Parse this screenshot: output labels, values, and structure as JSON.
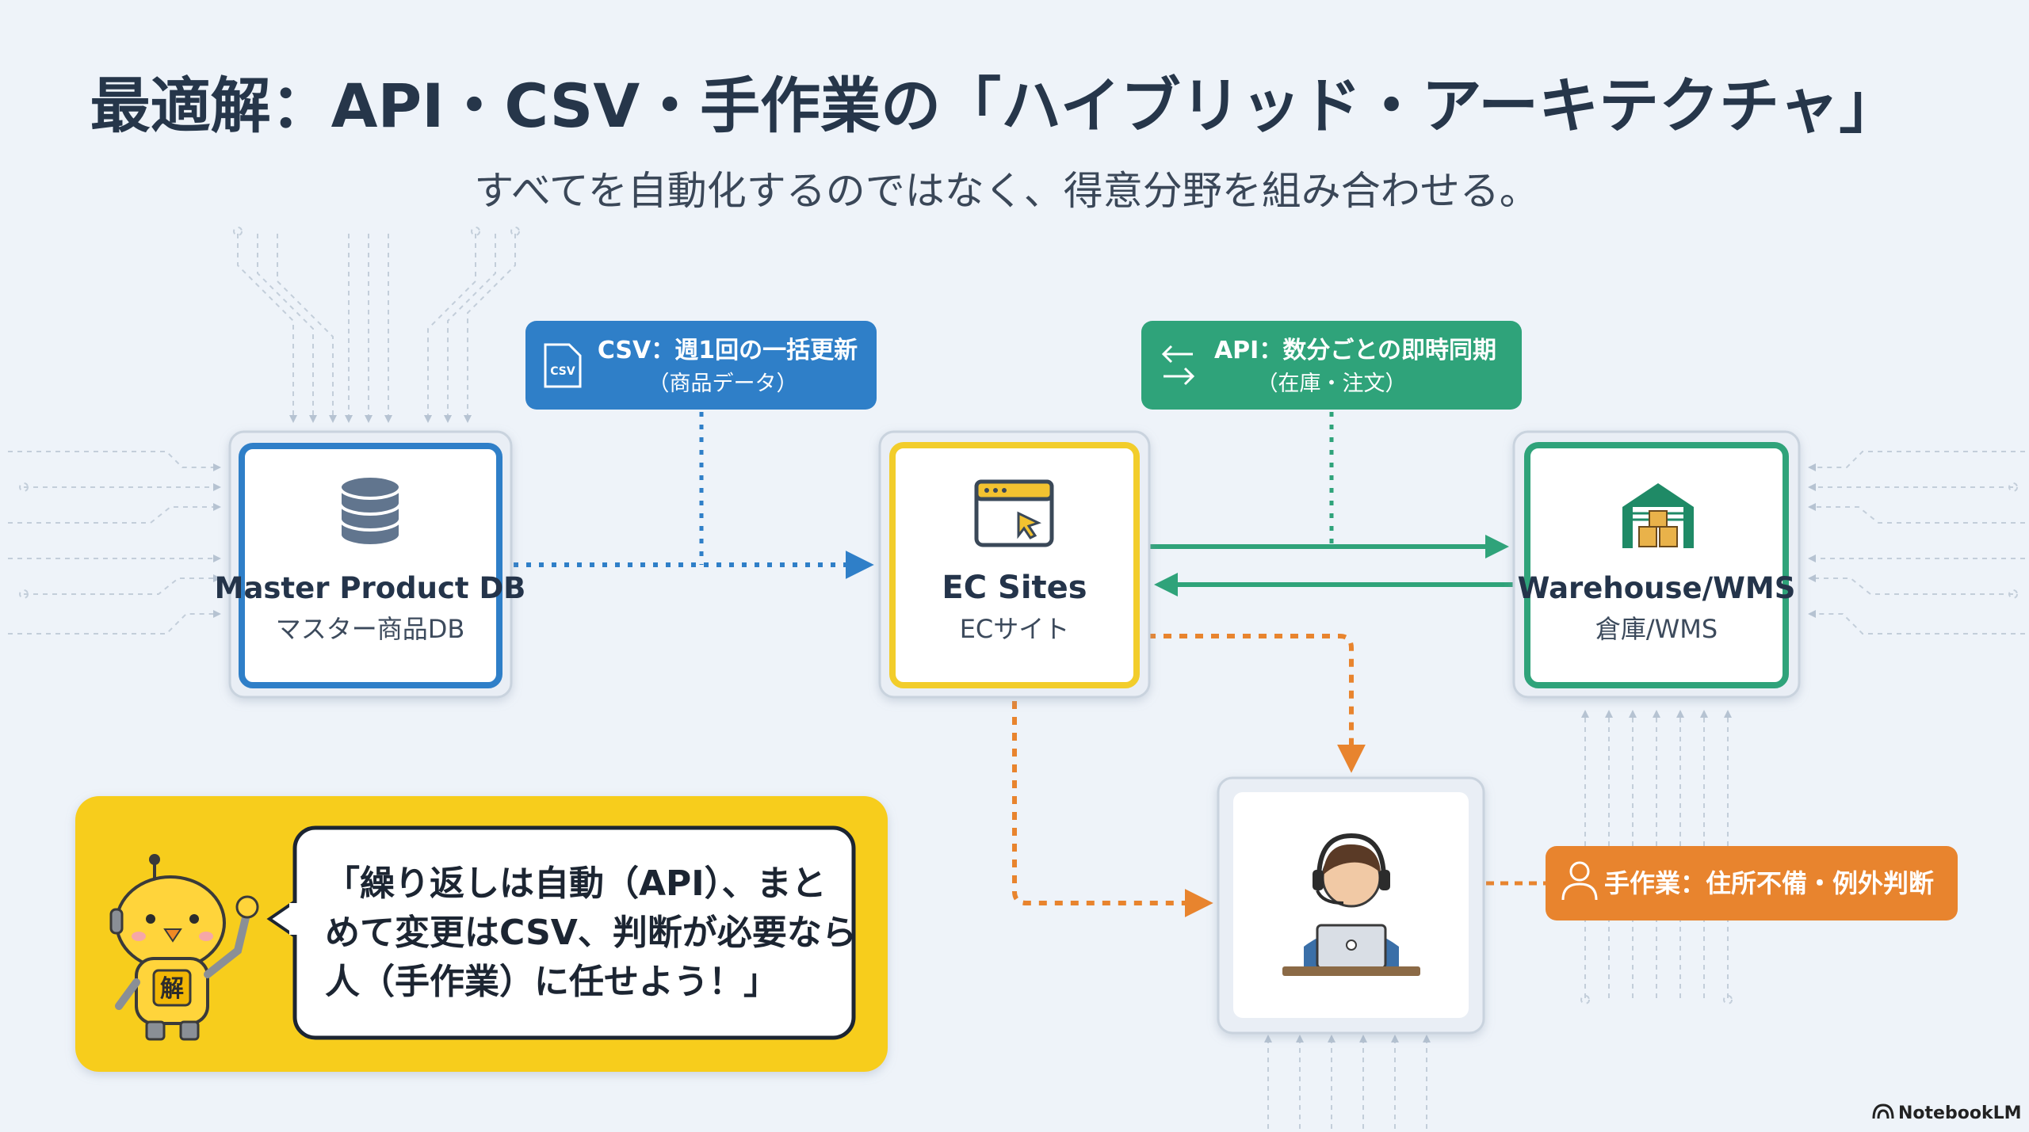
{
  "header": {
    "title": "最適解：API・CSV・手作業の「ハイブリッド・アーキテクチャ」",
    "subtitle": "すべてを自動化するのではなく、得意分野を組み合わせる。"
  },
  "nodes": {
    "master": {
      "title": "Master Product DB",
      "subtitle": "マスター商品DB",
      "icon": "database-icon"
    },
    "ec": {
      "title": "EC Sites",
      "subtitle": "ECサイト",
      "icon": "browser-window-icon"
    },
    "warehouse": {
      "title": "Warehouse/WMS",
      "subtitle": "倉庫/WMS",
      "icon": "warehouse-icon"
    },
    "operator": {
      "icon": "operator-headset-icon"
    }
  },
  "tags": {
    "csv": {
      "icon_text": "CSV",
      "main": "CSV：週1回の一括更新",
      "sub": "（商品データ）"
    },
    "api": {
      "main": "API：数分ごとの即時同期",
      "sub": "（在庫・注文）"
    },
    "manual": {
      "main": "手作業：住所不備・例外判断"
    }
  },
  "bubble": {
    "lines": [
      "「繰り返しは自動（API）、まと",
      "めて変更はCSV、判断が必要なら",
      "人（手作業）に任せよう！」"
    ],
    "mascot_badge": "解"
  },
  "brand": {
    "name": "NotebookLM"
  },
  "colors": {
    "background": "#eef3f9",
    "csv_blue": "#2f7fc8",
    "api_green": "#2fa37a",
    "manual_orange": "#e8842e",
    "ec_yellow": "#f2cd2b",
    "callout_yellow": "#f7cd1e"
  }
}
